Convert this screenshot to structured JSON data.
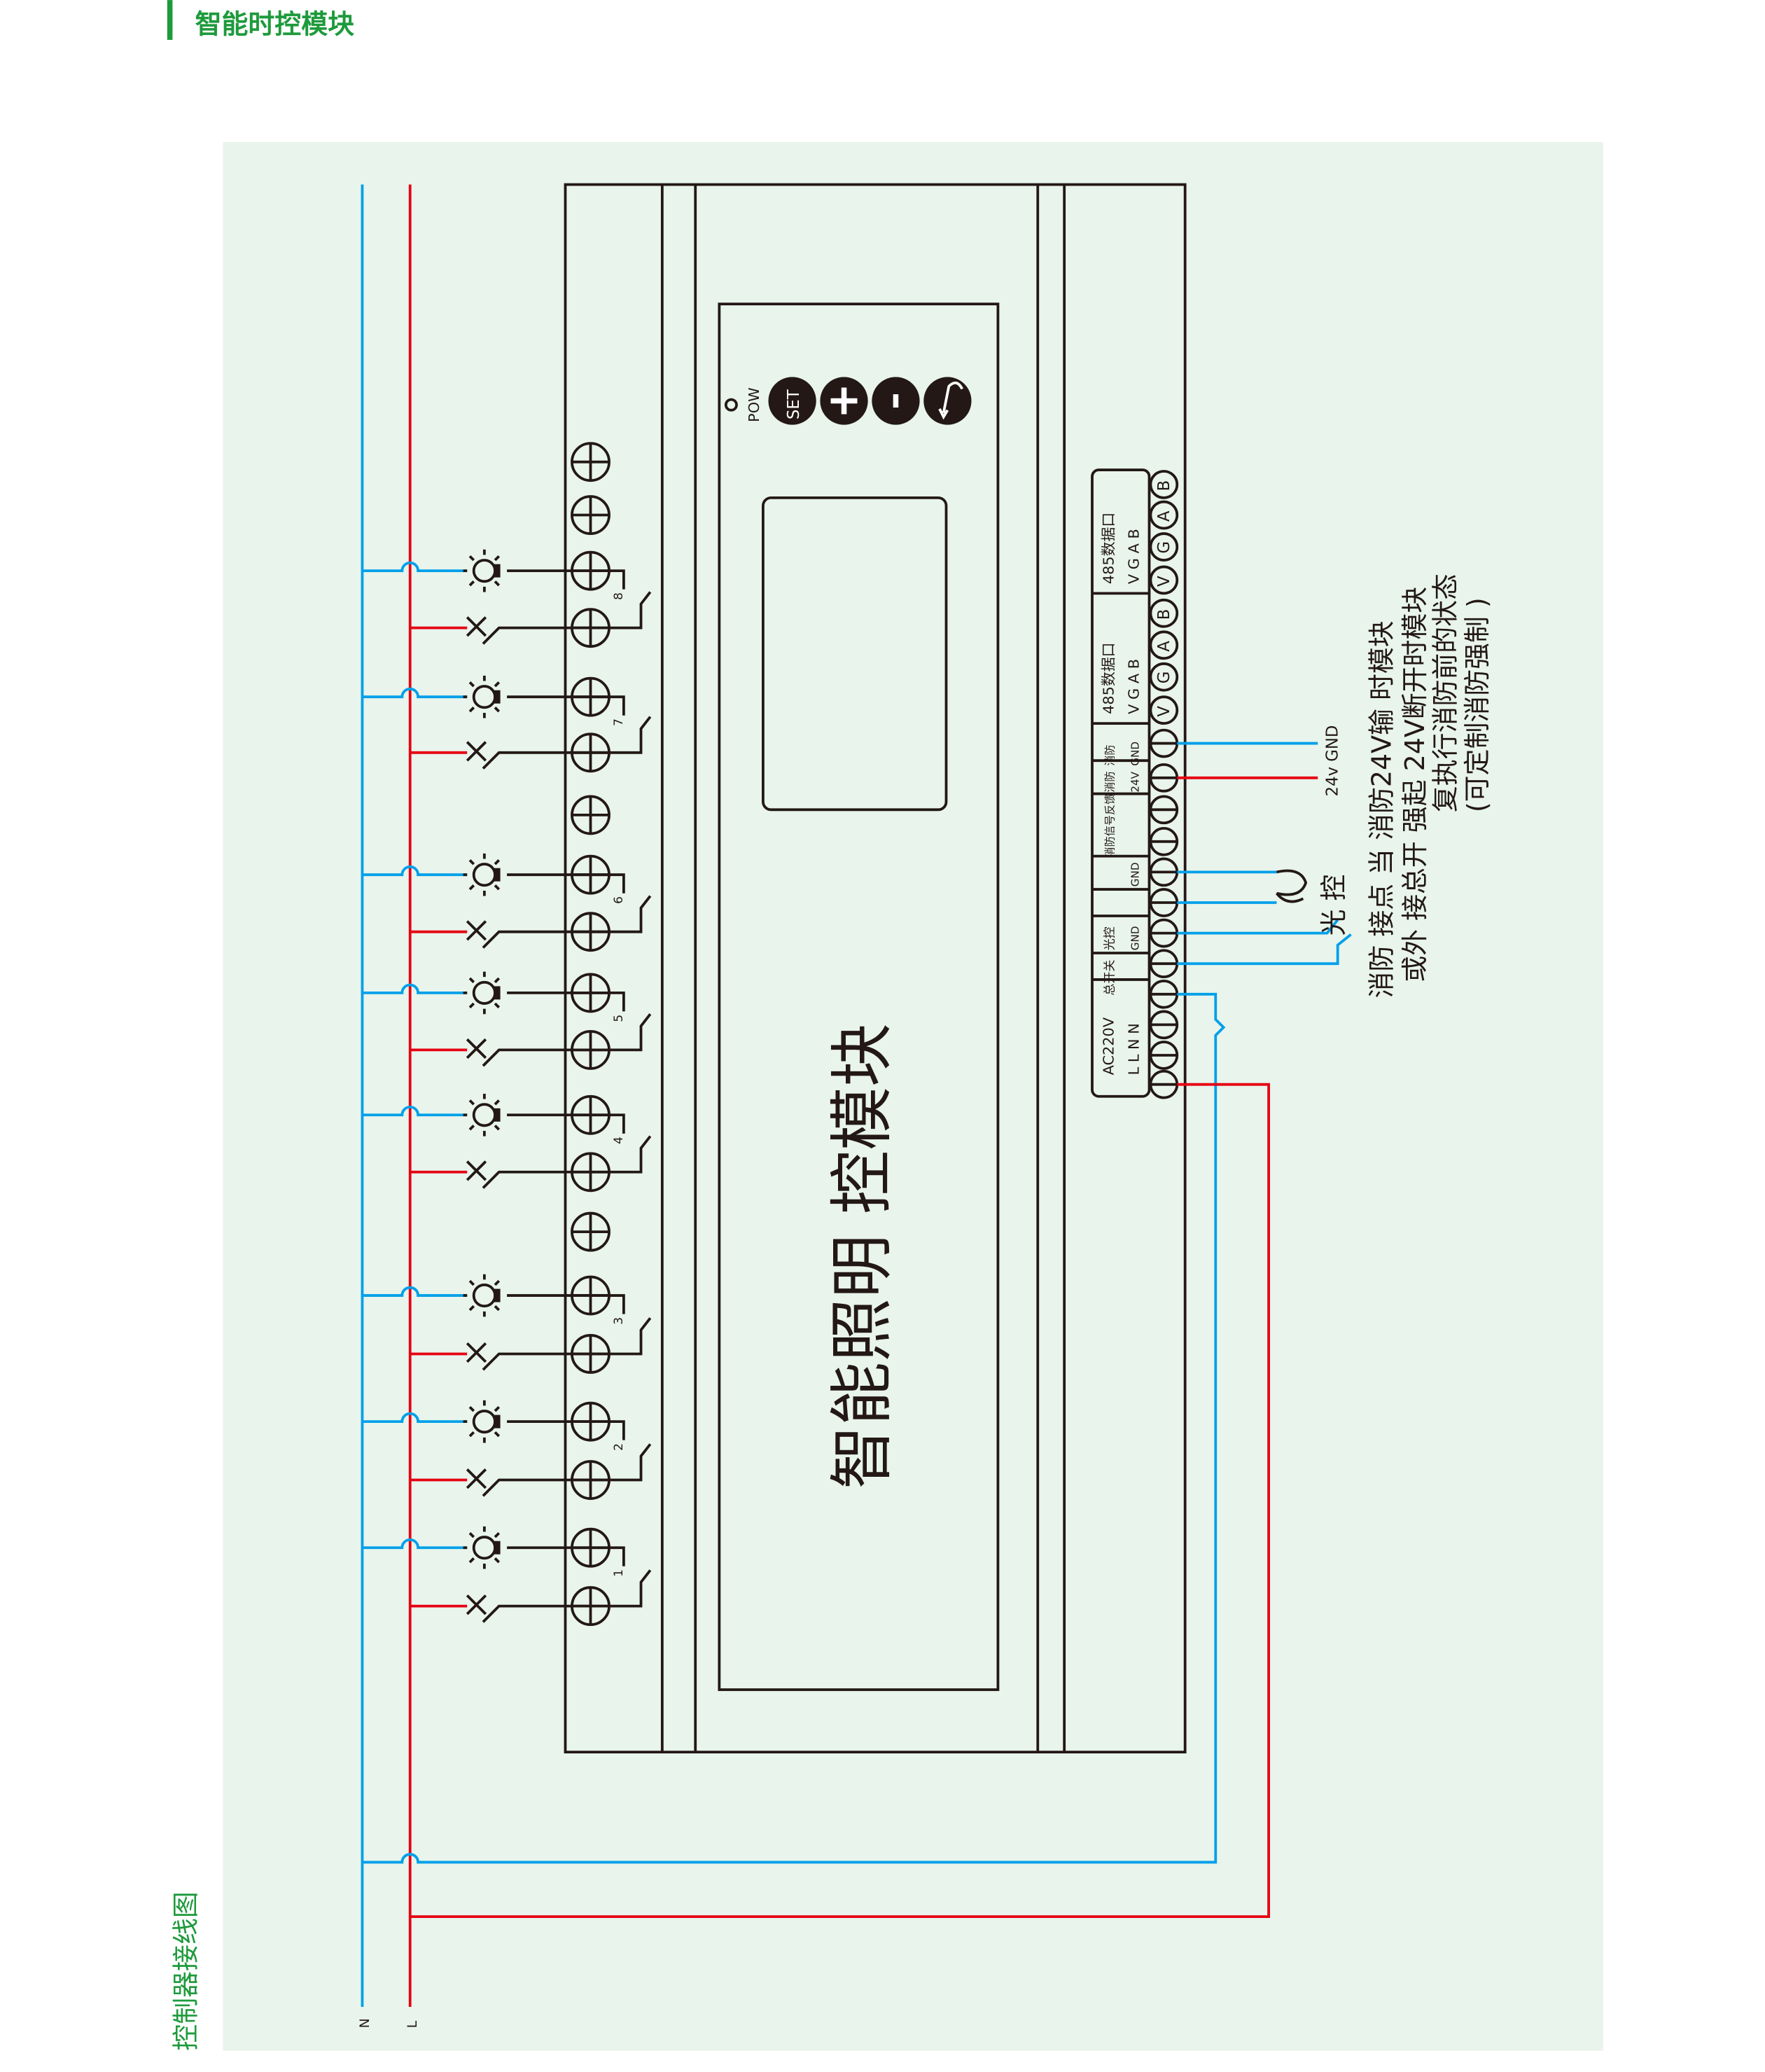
{
  "header": {
    "title": "智能时控模块",
    "accent": "#1e9a3c"
  },
  "side_label": "控制器接线图",
  "colors": {
    "panel_bg": "#e8f4ec",
    "neutral_wire": "#00a0e9",
    "live_wire": "#e60012",
    "ink": "#231815"
  },
  "bus": {
    "n_label": "N",
    "l_label": "L"
  },
  "device": {
    "name": "智能照明 控模块",
    "pow_label": "POW",
    "buttons": [
      {
        "label": "SET",
        "icon": "set"
      },
      {
        "label": "+",
        "icon": "plus-icon"
      },
      {
        "label": "-",
        "icon": "minus-icon"
      },
      {
        "label": "",
        "icon": "return-arrow-icon"
      }
    ]
  },
  "channels": [
    {
      "number": "8"
    },
    {
      "number": "7"
    },
    {
      "number": "6"
    },
    {
      "number": "5"
    },
    {
      "number": "4"
    },
    {
      "number": "3"
    },
    {
      "number": "2"
    },
    {
      "number": "1"
    }
  ],
  "terminal_block": {
    "letters": [
      "B",
      "A",
      "G",
      "V",
      "B",
      "A",
      "G",
      "V"
    ],
    "groups": [
      {
        "title": "485数据口",
        "sub": "V G A B"
      },
      {
        "title": "485数据口",
        "sub": "V G A B"
      },
      {
        "title": "消防",
        "sub": "GND"
      },
      {
        "title": "消防",
        "sub": "24V"
      },
      {
        "title": "消防信号反馈",
        "sub": ""
      },
      {
        "title": "",
        "sub": "GND"
      },
      {
        "title": "光控",
        "sub": "GND"
      },
      {
        "title": "总开关",
        "sub": ""
      },
      {
        "title": "AC220V",
        "sub": "L L N N"
      }
    ]
  },
  "external": {
    "fire_label": "24v GND",
    "light_control_label": "光 控",
    "notes": [
      "消防 接点 当 消防24V输 时模块",
      "或外 接总开 强起 24V断开时模块",
      "复执行消防前的状态",
      "(可定制消防强制 )"
    ]
  }
}
